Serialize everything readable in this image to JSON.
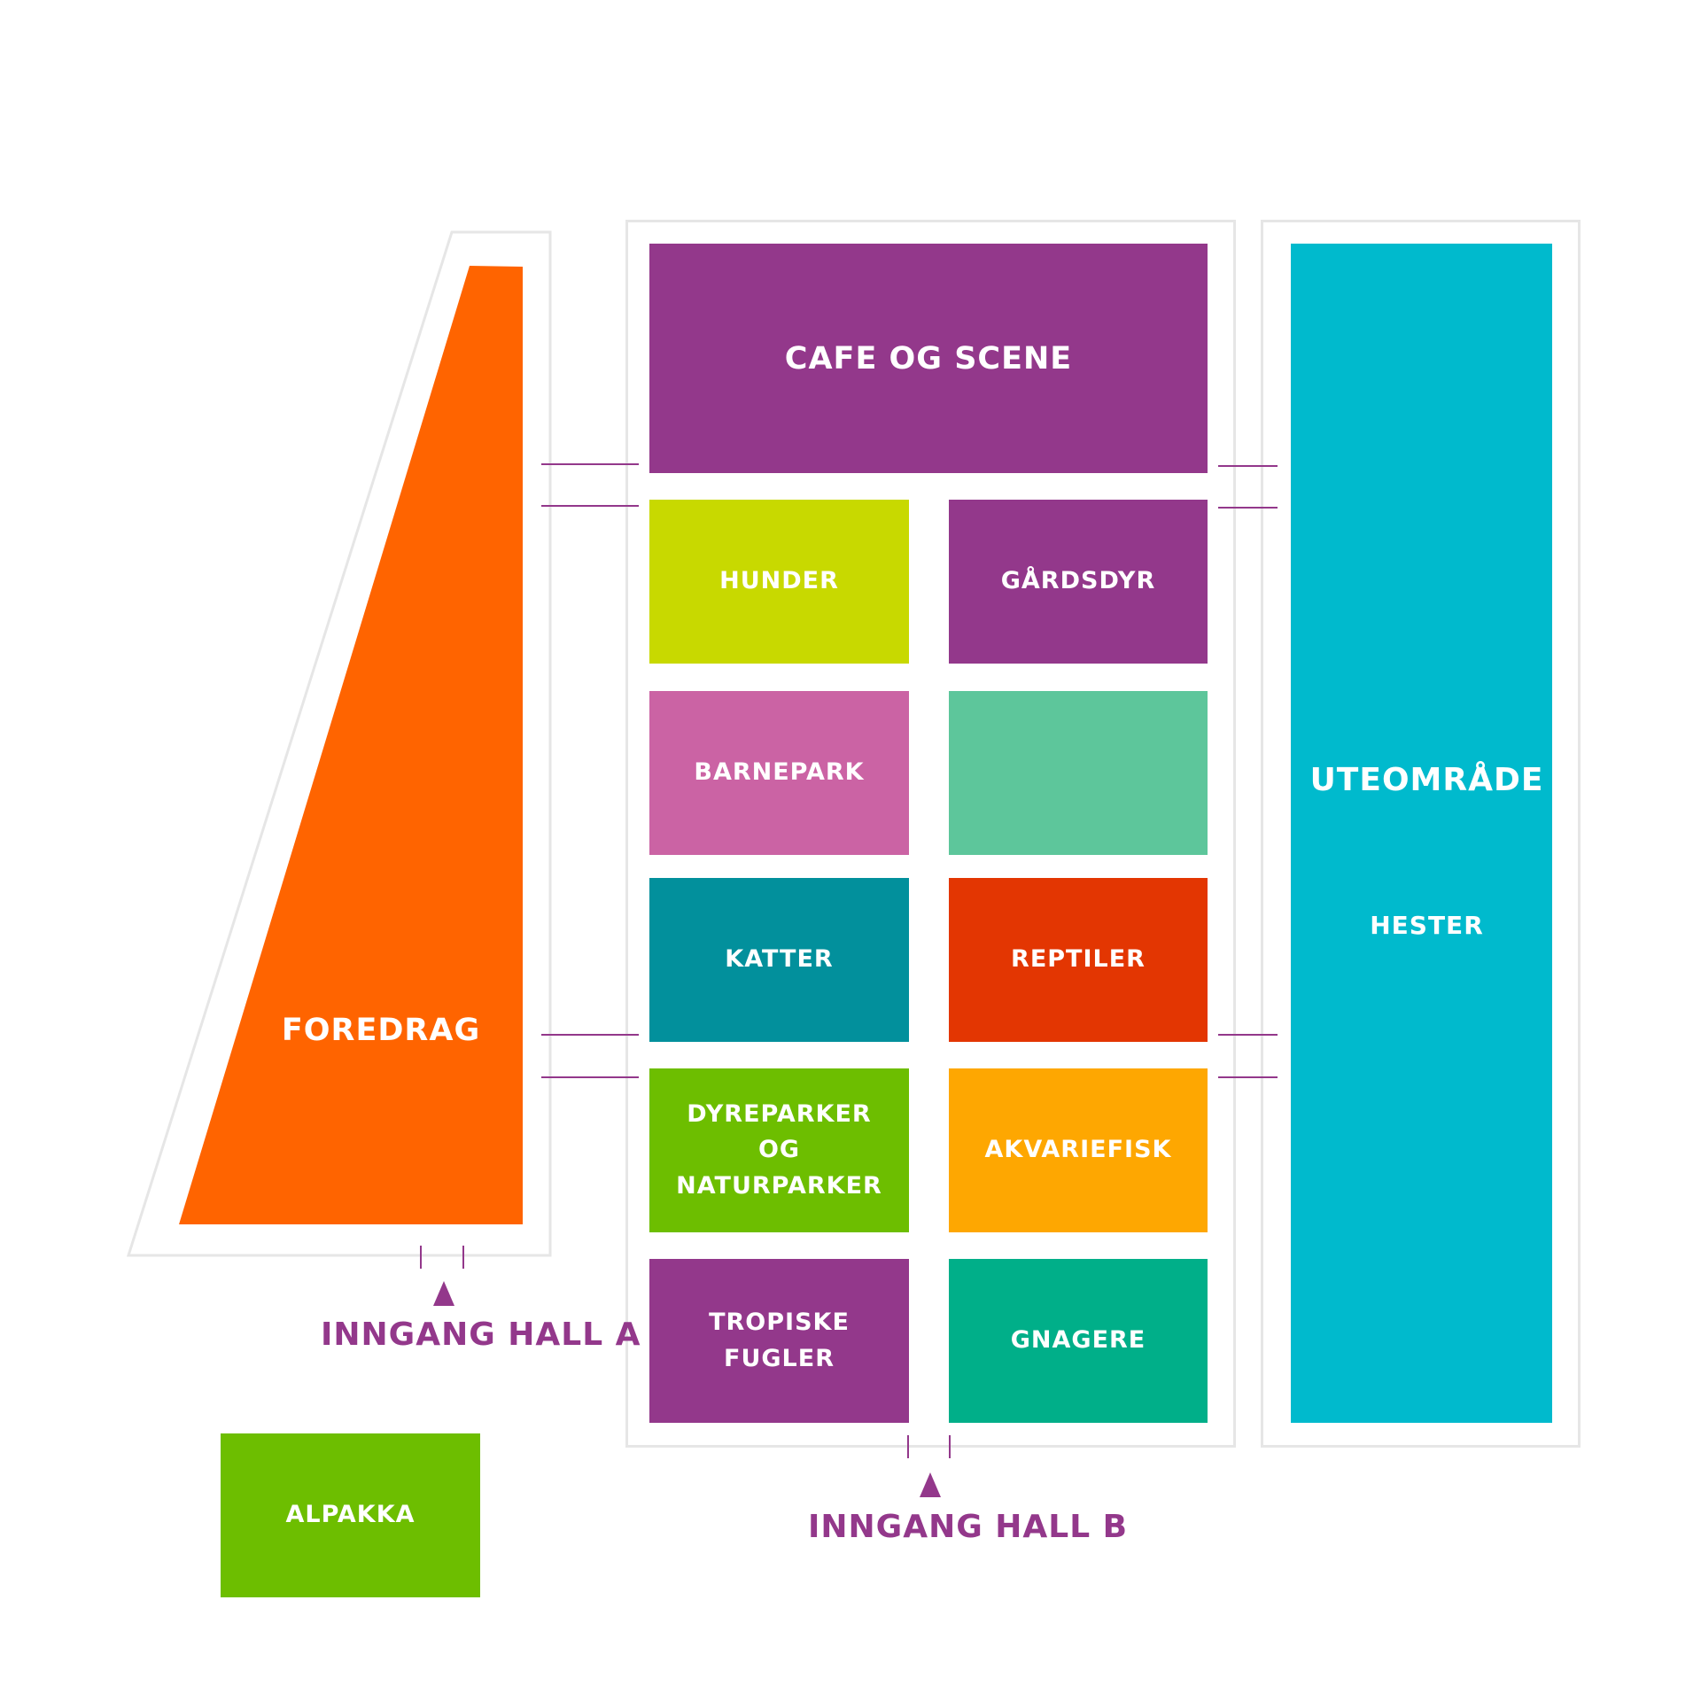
{
  "zones": {
    "cafe": {
      "label": "CAFE OG SCENE",
      "color": "#93388b"
    },
    "hunder": {
      "label": "HUNDER",
      "color": "#c8d900"
    },
    "gardsdyr": {
      "label": "GÅRDSDYR",
      "color": "#93388b"
    },
    "barnepark": {
      "label": "BARNEPARK",
      "color": "#cb63a4"
    },
    "unlabeled": {
      "color": "#5dc69b"
    },
    "katter": {
      "label": "KATTER",
      "color": "#02909c"
    },
    "reptiler": {
      "label": "REPTILER",
      "color": "#e33602"
    },
    "dyreparker": {
      "lines": [
        "DYREPARKER",
        "OG",
        "NATURPARKER"
      ],
      "color": "#6dbe00"
    },
    "akvariefisk": {
      "label": "AKVARIEFISK",
      "color": "#fea701"
    },
    "tropiske": {
      "lines": [
        "TROPISKE",
        "FUGLER"
      ],
      "color": "#93388b"
    },
    "gnagere": {
      "label": "GNAGERE",
      "color": "#00af89"
    },
    "foredrag": {
      "label": "FOREDRAG",
      "color": "#ff6400"
    },
    "uteomrade": {
      "label": "UTEOMRÅDE",
      "sublabel": "HESTER",
      "color": "#00bacd"
    },
    "alpakka": {
      "label": "ALPAKKA",
      "color": "#6dbe00"
    }
  },
  "entrances": {
    "hall_a": "INNGANG HALL A",
    "hall_b": "INNGANG HALL B"
  },
  "accent_color": "#93388b",
  "outline_color": "#e6e6e6"
}
